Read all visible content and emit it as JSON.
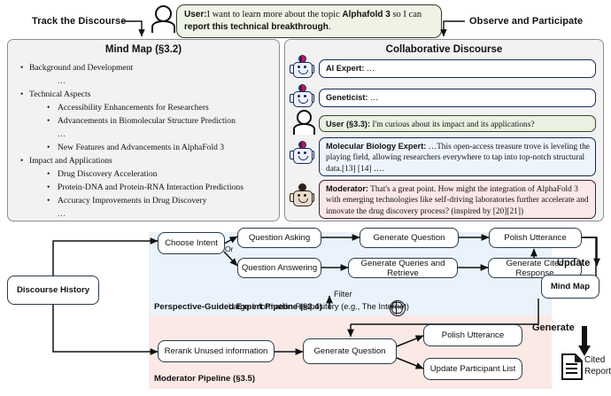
{
  "top": {
    "label_left": "Track the Discourse",
    "label_right": "Observe and Participate",
    "user_icon": "person-icon",
    "user_message": {
      "speaker": "User",
      "text_part1": "I want to learn more about the topic ",
      "bold1": "Alphafold 3",
      "text_part2": " so I can ",
      "bold2": "report this technical breakthrough",
      "text_part3": "."
    }
  },
  "mindmap": {
    "title": "Mind Map (§3.2)",
    "items": [
      {
        "level": 1,
        "text": "Background and Development",
        "type": "item"
      },
      {
        "level": 2,
        "text": "…",
        "type": "ellipsis"
      },
      {
        "level": 1,
        "text": "Technical Aspects",
        "type": "item"
      },
      {
        "level": 2,
        "text": "Accessibility Enhancements for Researchers",
        "type": "item"
      },
      {
        "level": 2,
        "text": "Advancements in Biomolecular Structure Prediction",
        "type": "item"
      },
      {
        "level": 2,
        "text": "…",
        "type": "ellipsis"
      },
      {
        "level": 2,
        "text": "New Features and Advancements in AlphaFold 3",
        "type": "item"
      },
      {
        "level": 1,
        "text": "Impact and Applications",
        "type": "item"
      },
      {
        "level": 2,
        "text": "Drug Discovery Acceleration",
        "type": "item"
      },
      {
        "level": 2,
        "text": "Protein-DNA and Protein-RNA Interaction Predictions",
        "type": "item"
      },
      {
        "level": 2,
        "text": "Accuracy Improvements in Drug Discovery",
        "type": "item"
      },
      {
        "level": 2,
        "text": "…",
        "type": "ellipsis"
      }
    ]
  },
  "discourse": {
    "title": "Collaborative Discourse",
    "messages": [
      {
        "icon": "robot-icon",
        "speaker": "AI Expert:",
        "text": " …",
        "style": "white-blue-border"
      },
      {
        "icon": "robot-icon",
        "speaker": "Geneticist:",
        "text": " …",
        "style": "white-blue-border"
      },
      {
        "icon": "person-icon",
        "speaker": "User (§3.3):",
        "text": " I'm curious about its impact and its applications?",
        "style": "green"
      },
      {
        "icon": "robot-icon",
        "speaker": "Molecular Biology Expert:",
        "text": " …This open-access treasure trove is leveling the playing field, allowing researchers everywhere to tap into top-notch structural data.[13] [14] ….",
        "style": "light-blue"
      },
      {
        "icon": "robot-icon-tan",
        "speaker": "Moderator:",
        "text": " That's a great point. How might the integration of AlphaFold 3 with emerging technologies like self-driving laboratories further accelerate and innovate the drug discovery process? (inspired by [20][21])",
        "style": "pink"
      }
    ]
  },
  "pipeline": {
    "discourse_history": "Discourse History",
    "expert": {
      "region_label": "Perspective-Guided Expert Pipeline (§3.4)",
      "choose_intent": "Choose Intent",
      "or_label": "Or",
      "question_asking": "Question Asking",
      "question_answering": "Question Answering",
      "generate_question": "Generate Question",
      "generate_queries": "Generate Queries and Retrieve",
      "polish_utterance": "Polish Utterance",
      "generate_cited_response": "Generate Cited Response",
      "filter_label": "Filter",
      "repository_label": "Large Information Respository (e.g., The Internet)",
      "globe_icon": "globe-icon"
    },
    "moderator": {
      "region_label": "Moderator Pipeline (§3.5)",
      "rerank": "Rerank Unused information",
      "generate_question": "Generate Question",
      "polish_utterance": "Polish Utterance",
      "update_participant_list": "Update Participant List"
    },
    "update_label": "Update",
    "mind_map_node": "Mind Map",
    "generate_label": "Generate",
    "cited_report": "Cited Report",
    "report_icon": "document-icon"
  },
  "colors": {
    "expert_region": "#eaf3fb",
    "moderator_region": "#fbe9e6",
    "panel_bg": "#f2f2f2",
    "user_bubble": "#eef3e6",
    "moderator_bubble": "#fbe8e8",
    "expert_bubble": "#eef4fb",
    "node_border": "#2b3a4a"
  }
}
